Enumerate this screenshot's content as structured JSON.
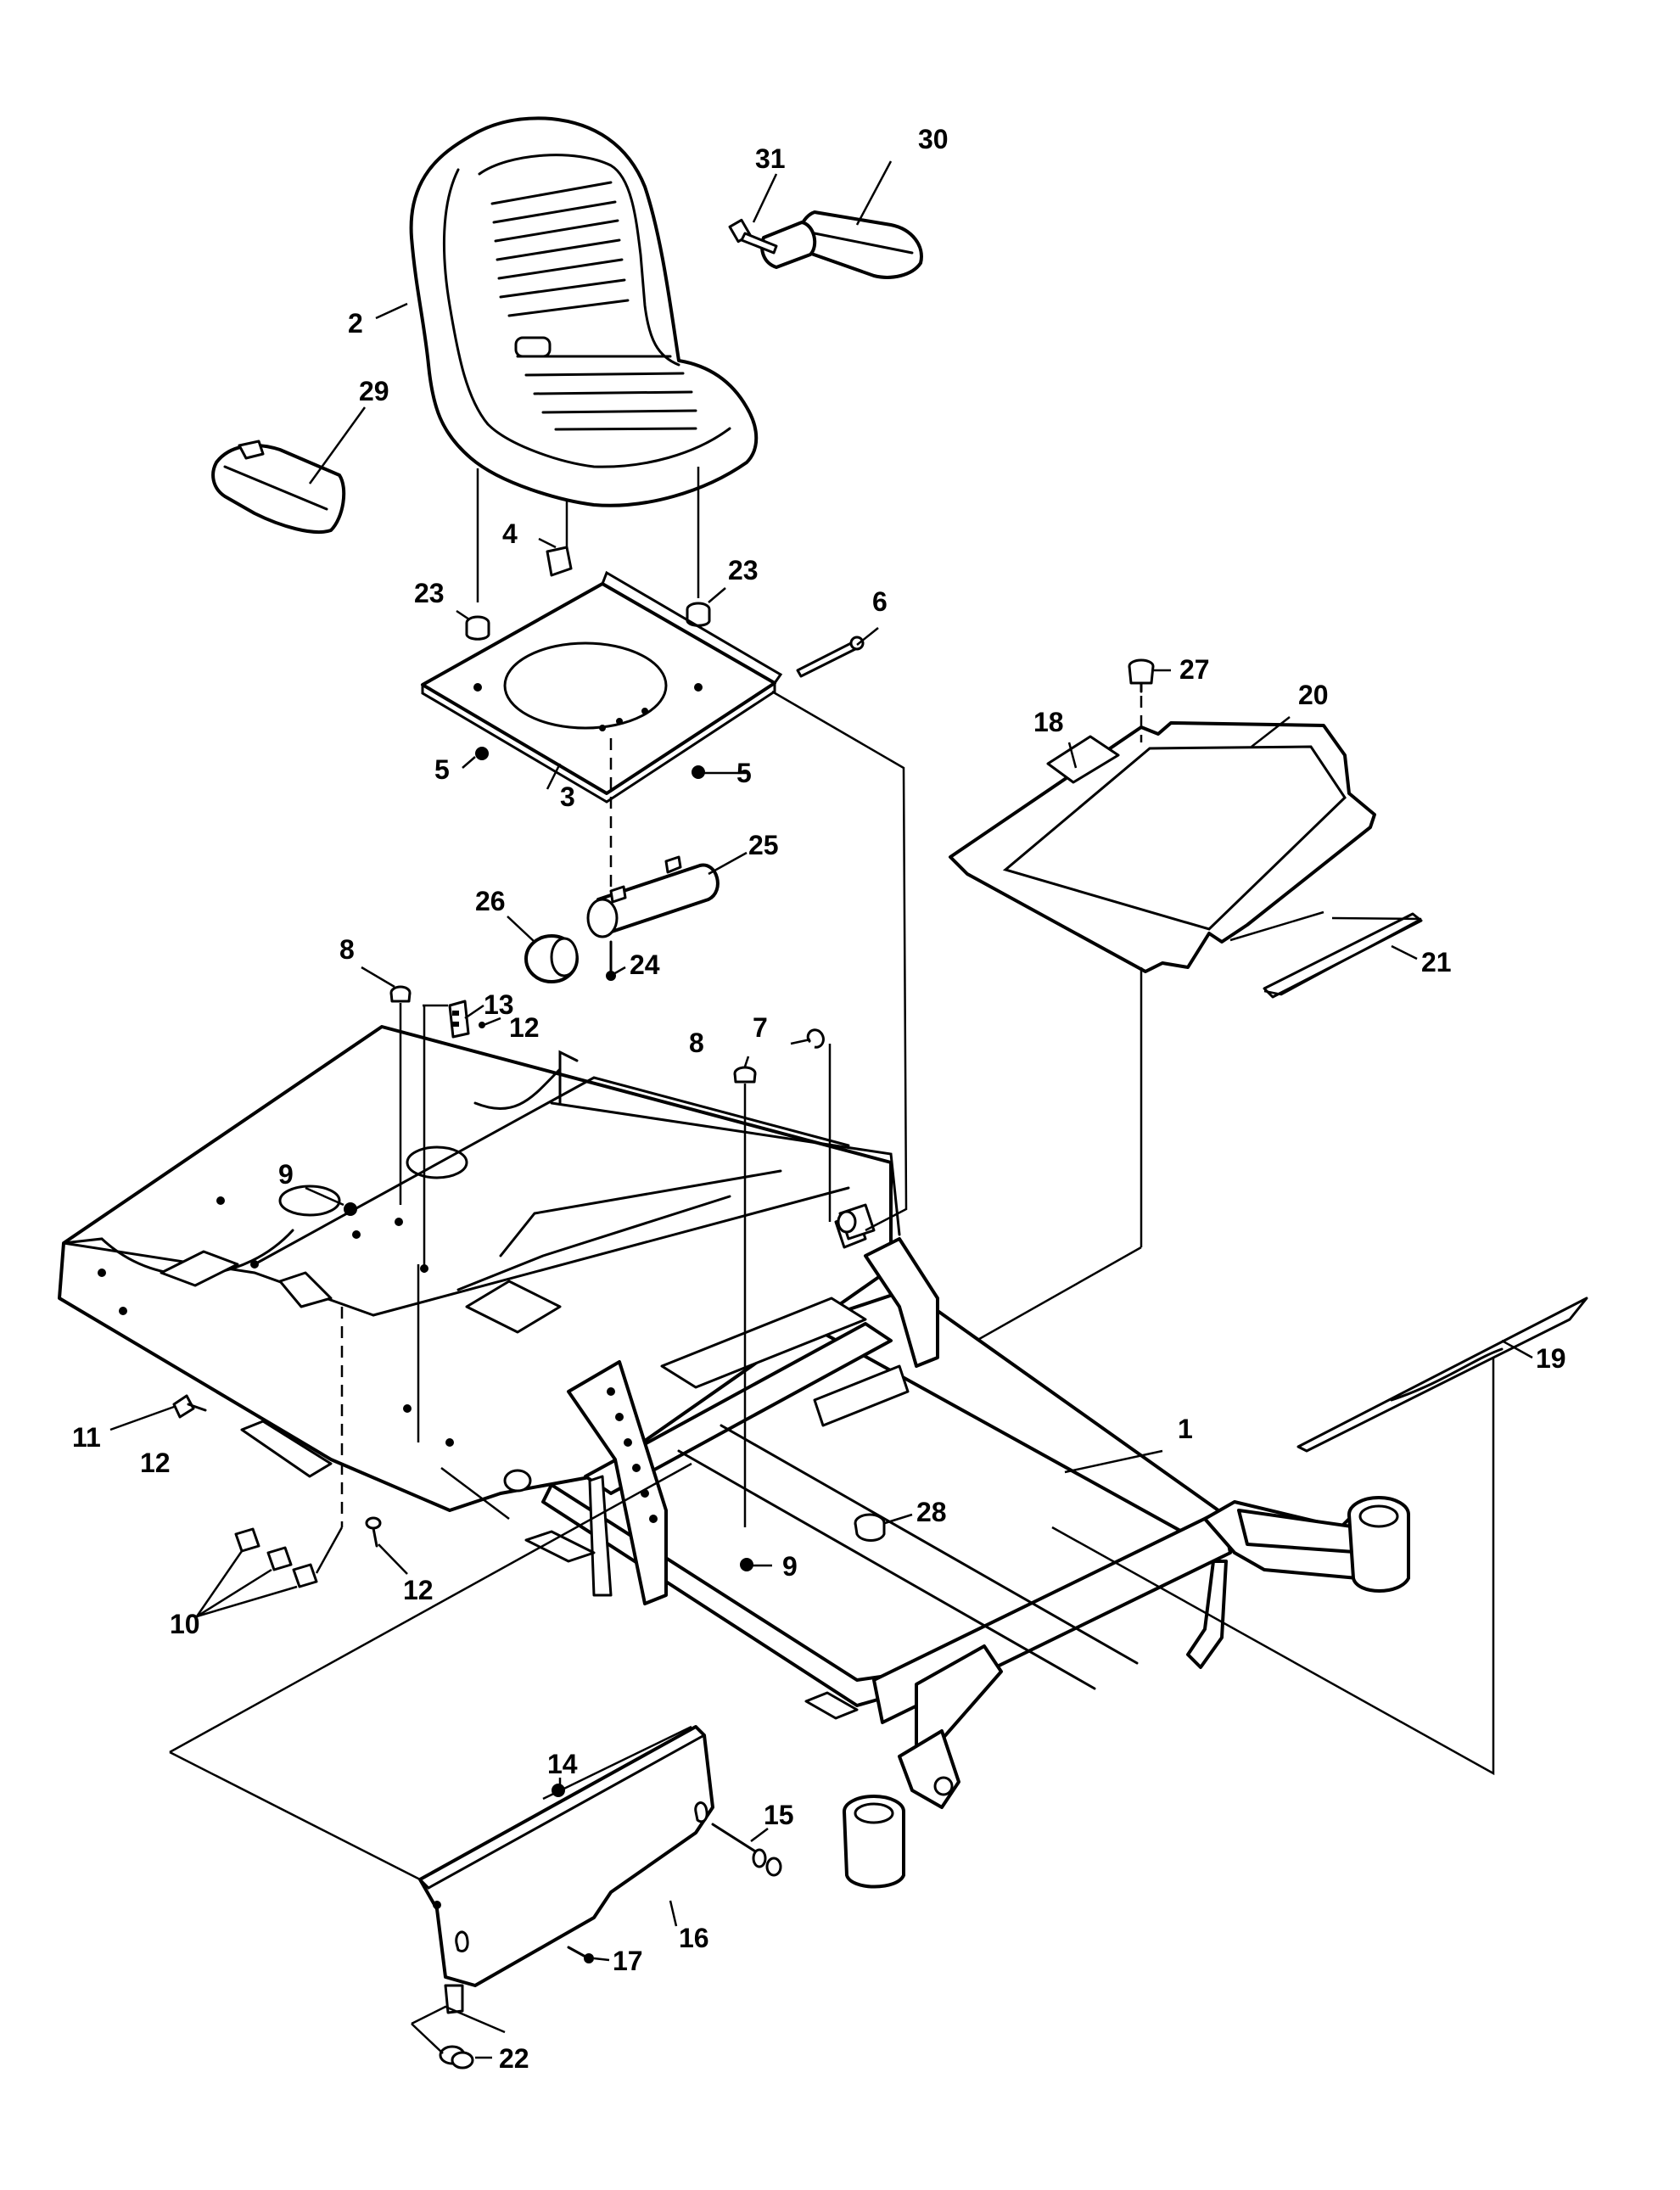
{
  "callouts": {
    "c1": "1",
    "c2": "2",
    "c3": "3",
    "c4": "4",
    "c5a": "5",
    "c5b": "5",
    "c6": "6",
    "c7": "7",
    "c8a": "8",
    "c8b": "8",
    "c9a": "9",
    "c9b": "9",
    "c10": "10",
    "c11": "11",
    "c12a": "12",
    "c12b": "12",
    "c12c": "12",
    "c13": "13",
    "c14": "14",
    "c15": "15",
    "c16": "16",
    "c17": "17",
    "c18": "18",
    "c19": "19",
    "c20": "20",
    "c21": "21",
    "c22": "22",
    "c23a": "23",
    "c23b": "23",
    "c24": "24",
    "c25": "25",
    "c26": "26",
    "c27": "27",
    "c28": "28",
    "c29": "29",
    "c30": "30",
    "c31": "31"
  },
  "colors": {
    "line": "#000000",
    "background": "#ffffff"
  }
}
